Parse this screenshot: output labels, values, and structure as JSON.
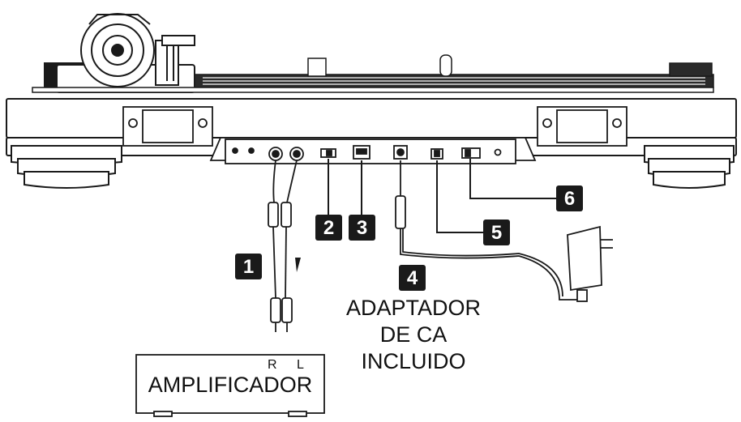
{
  "callouts": [
    {
      "number": "1"
    },
    {
      "number": "2"
    },
    {
      "number": "3"
    },
    {
      "number": "4"
    },
    {
      "number": "5"
    },
    {
      "number": "6"
    }
  ],
  "ac_adapter_label": {
    "line1": "ADAPTADOR",
    "line2": "DE CA",
    "line3": "INCLUIDO"
  },
  "amplifier": {
    "label": "AMPLIFICADOR",
    "channel_right": "R",
    "channel_left": "L"
  },
  "colors": {
    "ink": "#1a1a1a",
    "badge_bg": "#1a1a1a",
    "badge_text": "#ffffff",
    "platter_grip": "#2a2a2a"
  }
}
